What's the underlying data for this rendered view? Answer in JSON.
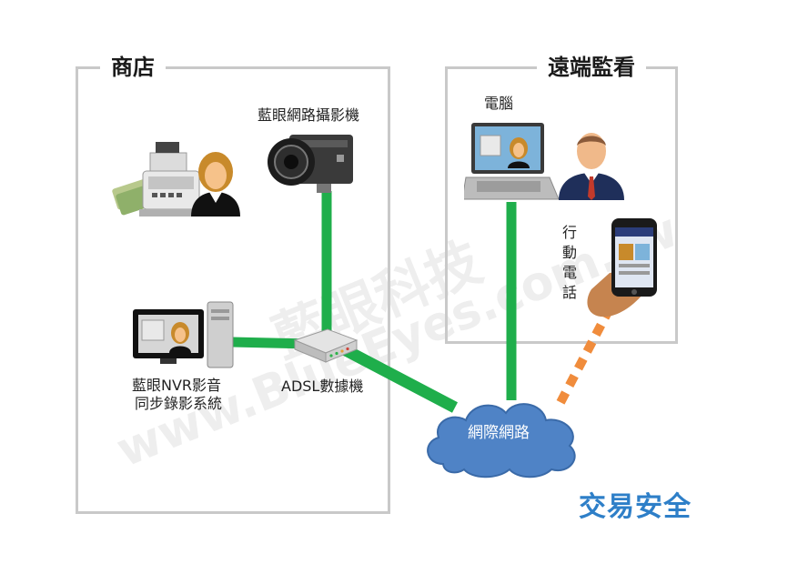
{
  "store": {
    "title": "商店",
    "camera_label": "藍眼網路攝影機",
    "nvr_label_line1": "藍眼NVR影音",
    "nvr_label_line2": "同步錄影系統",
    "modem_label": "ADSL數據機"
  },
  "remote": {
    "title": "遠端監看",
    "pc_label": "電腦",
    "mobile_label_chars": [
      "行",
      "動",
      "電",
      "話"
    ]
  },
  "internet": {
    "label": "網際網路"
  },
  "slogan": "交易安全",
  "watermark": {
    "line1": "藍眼科技",
    "line2": "www.BlueEyes.com.tw"
  },
  "colors": {
    "link_wired": "#1fae4b",
    "link_wireless": "#f08c3c",
    "cloud_fill": "#4f83c6",
    "frame": "#c9c9c9",
    "slogan": "#2e7fc8"
  },
  "icons": [
    "cash-register-icon",
    "cashier-woman-icon",
    "network-camera-icon",
    "nvr-computer-icon",
    "adsl-modem-icon",
    "laptop-icon",
    "businessman-icon",
    "smartphone-icon",
    "internet-cloud-icon"
  ]
}
